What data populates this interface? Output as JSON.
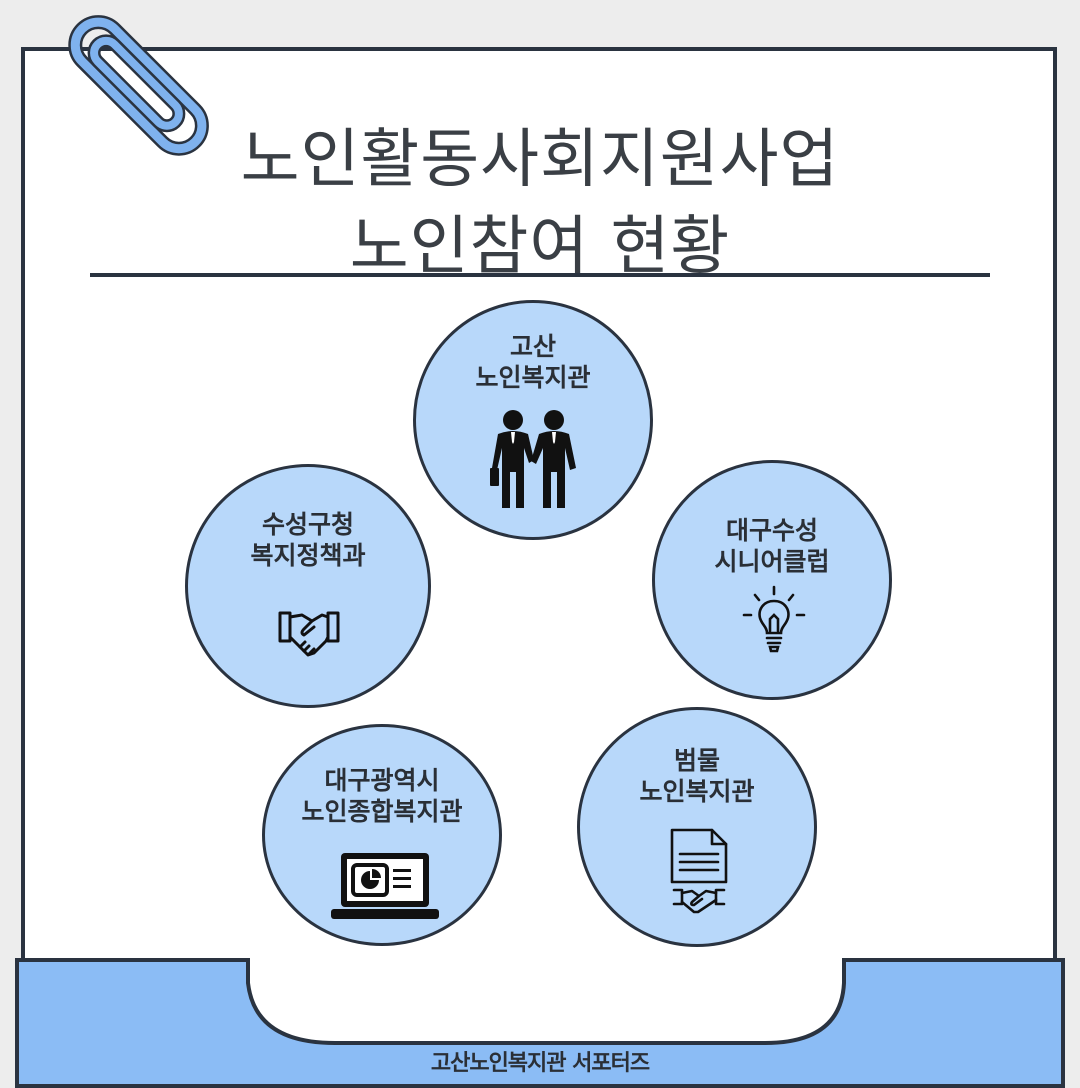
{
  "title": {
    "line1": "노인활동사회지원사업",
    "line2": "노인참여 현황"
  },
  "circles": [
    {
      "line1": "고산",
      "line2": "노인복지관",
      "icon": "businessmen-icon"
    },
    {
      "line1": "수성구청",
      "line2": "복지정책과",
      "icon": "handshake-icon"
    },
    {
      "line1": "대구수성",
      "line2": "시니어클럽",
      "icon": "lightbulb-icon"
    },
    {
      "line1": "대구광역시",
      "line2": "노인종합복지관",
      "icon": "laptop-chart-icon"
    },
    {
      "line1": "범물",
      "line2": "노인복지관",
      "icon": "contract-handshake-icon"
    }
  ],
  "footer": {
    "text": "고산노인복지관 서포터즈"
  },
  "colors": {
    "circle_fill": "#b8d8fa",
    "footer_fill": "#8bbcf5",
    "outline": "#2a3340",
    "clip": "#7fb2ee"
  }
}
